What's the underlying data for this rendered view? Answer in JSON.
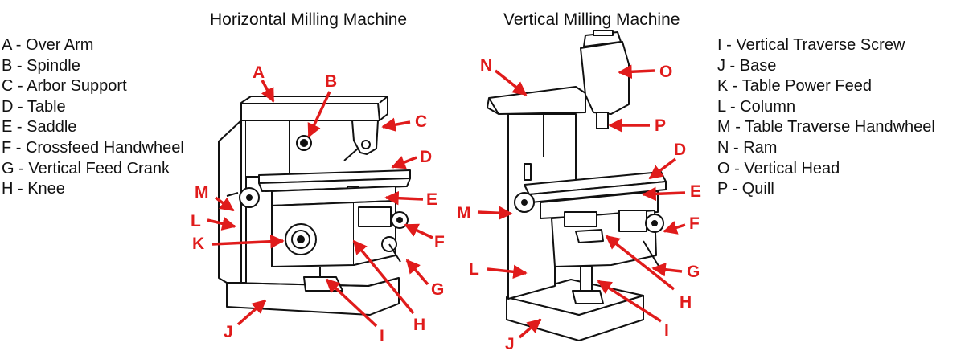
{
  "titles": {
    "horizontal": "Horizontal Milling Machine",
    "vertical": "Vertical Milling Machine"
  },
  "legend_left": [
    "A - Over Arm",
    "B - Spindle",
    "C - Arbor Support",
    "D - Table",
    "E - Saddle",
    "F - Crossfeed Handwheel",
    "G - Vertical Feed Crank",
    "H - Knee"
  ],
  "legend_right": [
    "I - Vertical Traverse Screw",
    "J - Base",
    "K - Table Power Feed",
    "L -  Column",
    "M - Table Traverse Handwheel",
    "N - Ram",
    "O - Vertical Head",
    "P - Quill"
  ],
  "callouts": {
    "horizontal": [
      "A",
      "B",
      "C",
      "D",
      "E",
      "F",
      "G",
      "H",
      "I",
      "J",
      "K",
      "L",
      "M"
    ],
    "vertical": [
      "N",
      "O",
      "P",
      "D",
      "E",
      "F",
      "G",
      "H",
      "I",
      "J",
      "L",
      "M"
    ]
  },
  "colors": {
    "callout": "#e01b1b",
    "line": "#111111"
  }
}
